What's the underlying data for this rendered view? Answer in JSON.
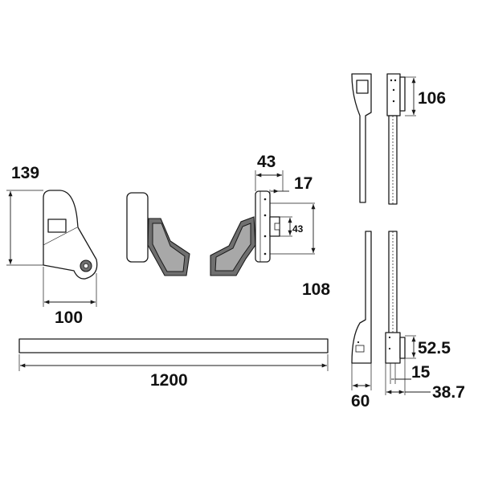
{
  "dimensions": {
    "housing_height": "139",
    "housing_width": "100",
    "bar_length": "1200",
    "latch_depth": "43",
    "latch_offset": "17",
    "latch_height": "108",
    "latch_inner": "43",
    "rod_top_height": "106",
    "rod_bottom_height": "52.5",
    "rod_bottom_inner": "15",
    "rod_bottom_outer": "38.7",
    "rod_width": "60"
  }
}
